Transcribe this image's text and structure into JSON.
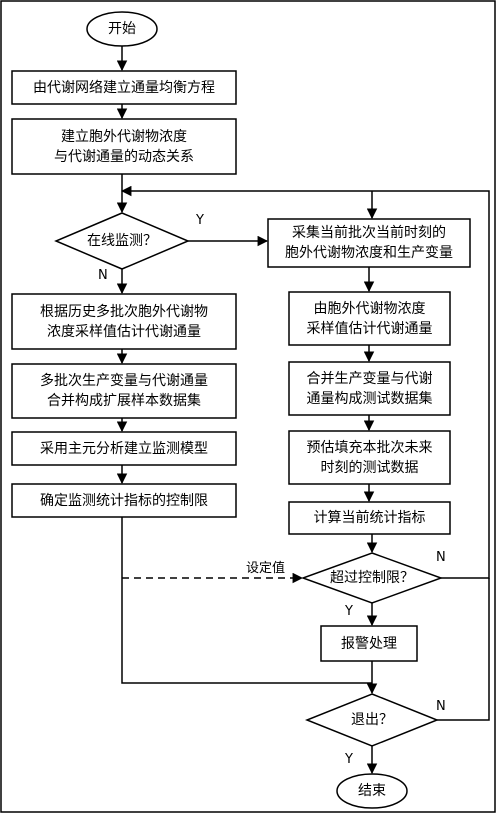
{
  "nodes": {
    "start": "开始",
    "build_flux_balance": "由代谢网络建立通量均衡方程",
    "build_dynamic_relation": "建立胞外代谢物浓度\n与代谢通量的动态关系",
    "online_monitoring": "在线监测？",
    "estimate_flux_history": "根据历史多批次胞外代谢物\n浓度采样值估计代谢通量",
    "merge_sample_set": "多批次生产变量与代谢通量\n合并构成扩展样本数据集",
    "pca_model": "采用主元分析建立监测模型",
    "control_limits": "确定监测统计指标的控制限",
    "collect_current": "采集当前批次当前时刻的\n胞外代谢物浓度和生产变量",
    "estimate_flux_current": "由胞外代谢物浓度\n采样值估计代谢通量",
    "merge_test_set": "合并生产变量与代谢\n通量构成测试数据集",
    "predict_future": "预估填充本批次未来\n时刻的测试数据",
    "compute_stats": "计算当前统计指标",
    "exceed_limit": "超过控制限？",
    "alarm": "报警处理",
    "exit": "退出？",
    "end": "结束"
  },
  "edges": {
    "yes": "Y",
    "no": "N",
    "set_value": "设定值"
  }
}
